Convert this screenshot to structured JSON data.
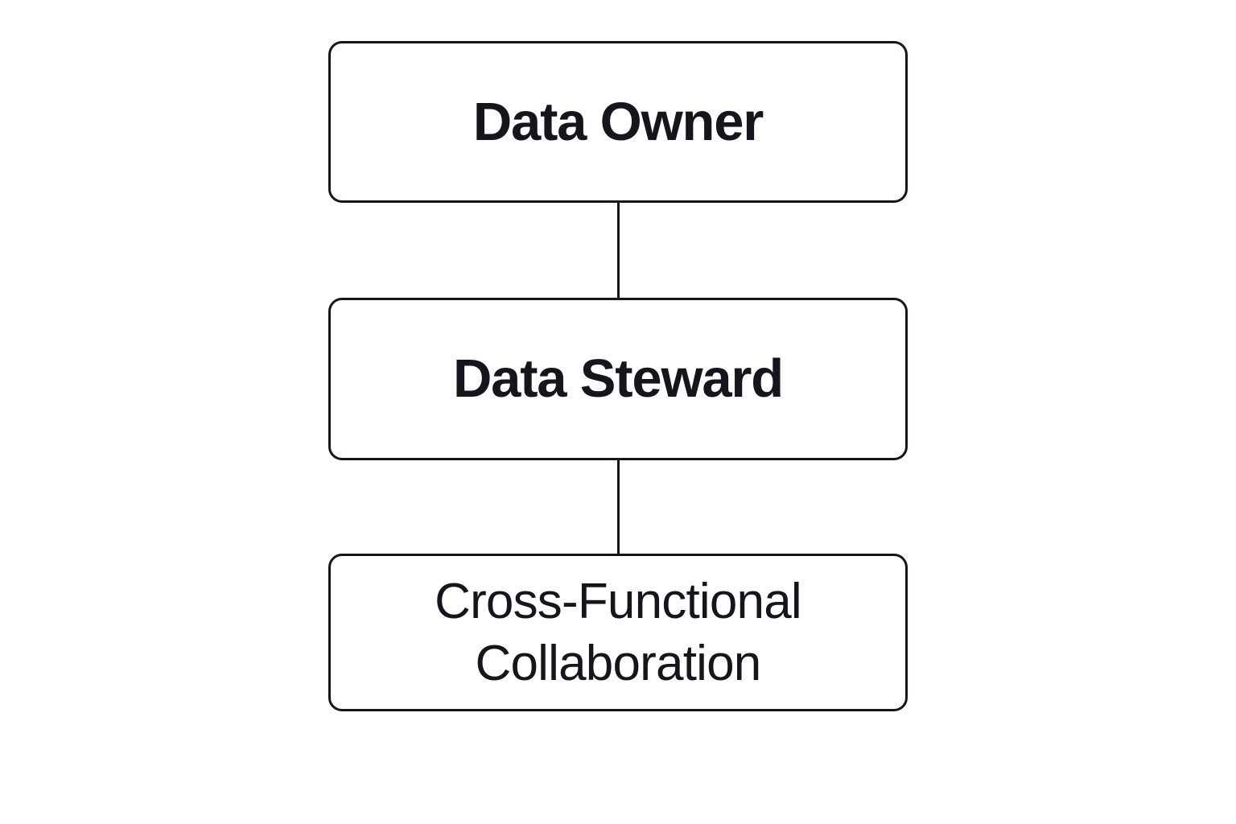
{
  "diagram": {
    "type": "flowchart",
    "orientation": "vertical",
    "background_color": "#ffffff",
    "stroke_color": "#14161c",
    "text_color": "#14161c",
    "nodes": [
      {
        "id": "data-owner",
        "label": "Data Owner",
        "shape": "rounded-rectangle",
        "emphasis": "bold"
      },
      {
        "id": "data-steward",
        "label": "Data Steward",
        "shape": "rounded-rectangle",
        "emphasis": "bold"
      },
      {
        "id": "cross-functional-collaboration",
        "label": "Cross-Functional\nCollaboration",
        "shape": "rounded-rectangle",
        "emphasis": "regular"
      }
    ],
    "connectors": [
      {
        "id": "owner-to-steward",
        "from": "data-owner",
        "to": "data-steward",
        "style": "straight-line"
      },
      {
        "id": "steward-to-collaboration",
        "from": "data-steward",
        "to": "cross-functional-collaboration",
        "style": "straight-line"
      }
    ]
  }
}
